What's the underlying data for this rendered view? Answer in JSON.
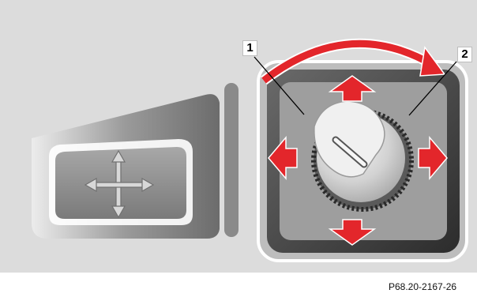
{
  "labels": {
    "callout_1": "1",
    "callout_2": "2"
  },
  "figure_code": "P68.20-2167-26",
  "icons": {
    "switch_icon": "four-way-arrow-icon",
    "rotate_arrow": "curved-arrow-icon",
    "direction_arrows": [
      "arrow-up-icon",
      "arrow-down-icon",
      "arrow-left-icon",
      "arrow-right-icon"
    ]
  },
  "colors": {
    "background": "#dcdcdc",
    "arrow_red": "#e3262b",
    "switch_gray": "#8c8c8c",
    "knob_silver": "#d6d6d6",
    "bezel_dark": "#3f3f3f"
  }
}
